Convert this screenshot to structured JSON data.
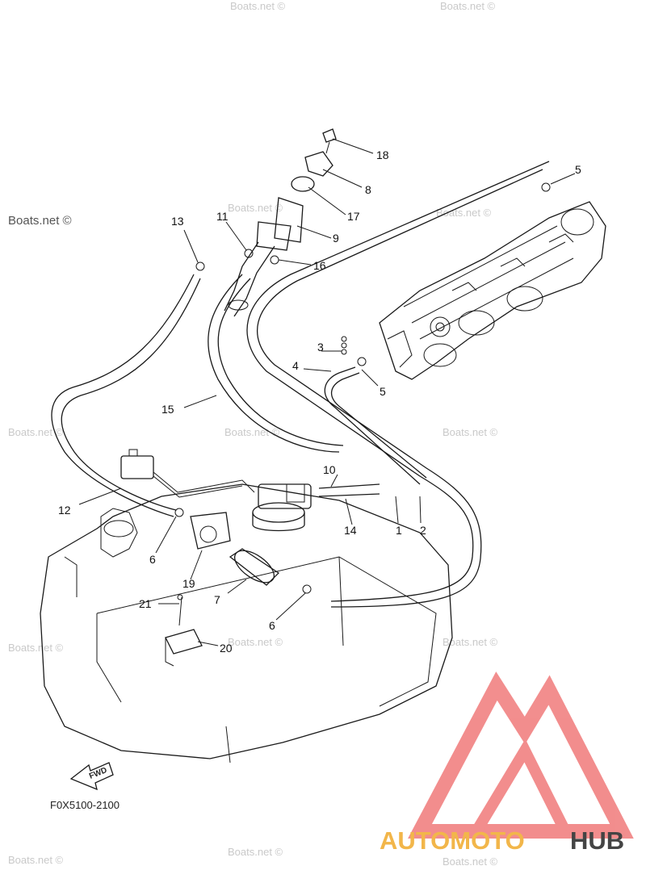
{
  "watermark": {
    "main": "Boats.net ©",
    "repeat": "Boats.net ©"
  },
  "callouts": [
    "1",
    "2",
    "3",
    "4",
    "5",
    "5",
    "6",
    "6",
    "7",
    "8",
    "9",
    "10",
    "11",
    "12",
    "13",
    "14",
    "15",
    "16",
    "17",
    "18",
    "19",
    "20",
    "21"
  ],
  "drawing_code": "F0X5100-2100",
  "fwd_label": "FWD",
  "brand": {
    "part1": "AUTOMOTO",
    "part2": "HUB",
    "logo_color": "#f07a7a",
    "text_color_1": "#f2b64a",
    "text_color_2": "#444444"
  }
}
